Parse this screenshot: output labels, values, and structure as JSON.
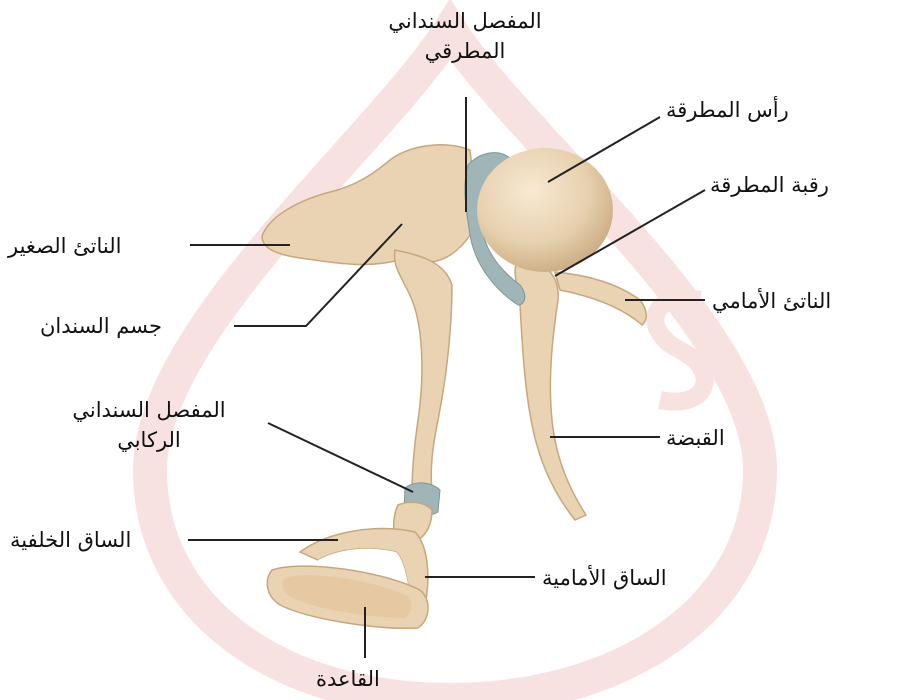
{
  "diagram": {
    "colors": {
      "bone": "#e9d3b3",
      "bone_shade": "#c6a77e",
      "bone_light": "#f6e6cd",
      "cartilage": "#9fb5b8",
      "watermark": "#f3cbc8",
      "leader": "#222222",
      "text": "#111111"
    },
    "labels": {
      "incudomalleolar_joint_l1": "المفصل السنداني",
      "incudomalleolar_joint_l2": "المطرقي",
      "head_of_malleus": "رأس المطرقة",
      "neck_of_malleus": "رقبة المطرقة",
      "anterior_process": "الناتئ الأمامي",
      "short_process": "الناتئ الصغير",
      "body_of_incus": "جسم السندان",
      "incudostapedial_joint_l1": "المفصل السنداني",
      "incudostapedial_joint_l2": "الركابي",
      "handle_of_malleus": "القبضة",
      "posterior_crus": "الساق الخلفية",
      "anterior_crus": "الساق الأمامية",
      "footplate": "القاعدة"
    }
  }
}
